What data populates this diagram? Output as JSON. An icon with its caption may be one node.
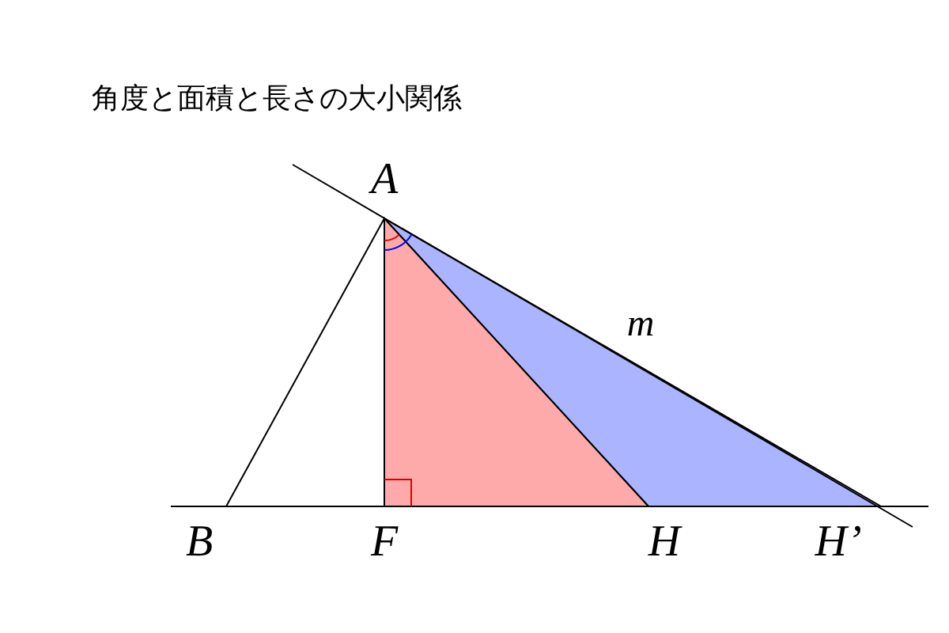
{
  "diagram": {
    "title": "角度と面積と長さの大小関係",
    "labels": [
      "A",
      "m",
      "B",
      "F",
      "H",
      "H’"
    ]
  }
}
